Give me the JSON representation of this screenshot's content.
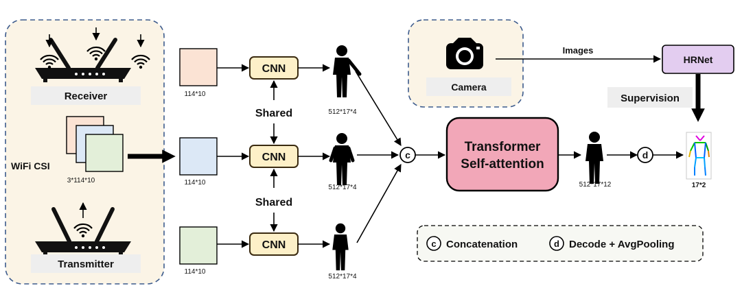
{
  "labels": {
    "receiver": "Receiver",
    "wifi_csi": "WiFi CSI",
    "csi_dims": "3*114*10",
    "transmitter": "Transmitter",
    "stream_dims_top": "114*10",
    "stream_dims_mid": "114*10",
    "stream_dims_bot": "114*10",
    "cnn_top": "CNN",
    "cnn_mid": "CNN",
    "cnn_bot": "CNN",
    "shared_top": "Shared",
    "shared_bot": "Shared",
    "feat_top": "512*17*4",
    "feat_mid": "512*17*4",
    "feat_bot": "512*17*4",
    "camera": "Camera",
    "images": "Images",
    "hrnet": "HRNet",
    "supervision": "Supervision",
    "concat_symbol": "c",
    "transformer_line1": "Transformer",
    "transformer_line2": "Self-attention",
    "fused_dims": "512*17*12",
    "decode_symbol": "d",
    "output_dims": "17*2"
  },
  "legend": {
    "c_symbol": "c",
    "c_text": "Concatenation",
    "d_symbol": "d",
    "d_text": "Decode + AvgPooling"
  },
  "colors": {
    "panel_bg": "#fbf4e6",
    "panel_border": "#3b5a8c",
    "label_box": "#eeeeee",
    "cnn_fill": "#fdf0c8",
    "cnn_border": "#3a2a10",
    "csi_top": "#fbe3d4",
    "csi_mid": "#dce8f6",
    "csi_bot": "#e3efd9",
    "transformer_fill": "#f2a7b8",
    "hrnet_fill": "#e3cdf0",
    "legend_bg": "#f7f8f3"
  }
}
